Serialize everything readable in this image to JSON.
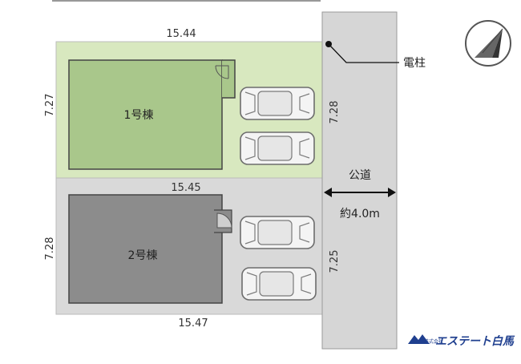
{
  "site_plan": {
    "lot1": {
      "label": "1号棟",
      "top_width": "15.44",
      "left_depth": "7.27",
      "right_depth": "7.28",
      "fill_color": "#d8e8bf",
      "building_color": "#a9c78b"
    },
    "lot2": {
      "label": "2号棟",
      "top_width": "15.45",
      "bottom_width": "15.47",
      "left_depth": "7.28",
      "right_depth": "7.25",
      "fill_color": "#d9d9d9",
      "building_color": "#8c8c8c"
    },
    "road": {
      "name": "公道",
      "width": "約4.0m",
      "fill_color": "#d6d6d6"
    },
    "utility_pole": {
      "label": "電柱"
    },
    "compass": {
      "icon": "north-arrow-icon"
    },
    "company_logo": {
      "small_text": "株式会社",
      "name": "エステート白馬",
      "brand_color": "#1f3f8f"
    }
  }
}
